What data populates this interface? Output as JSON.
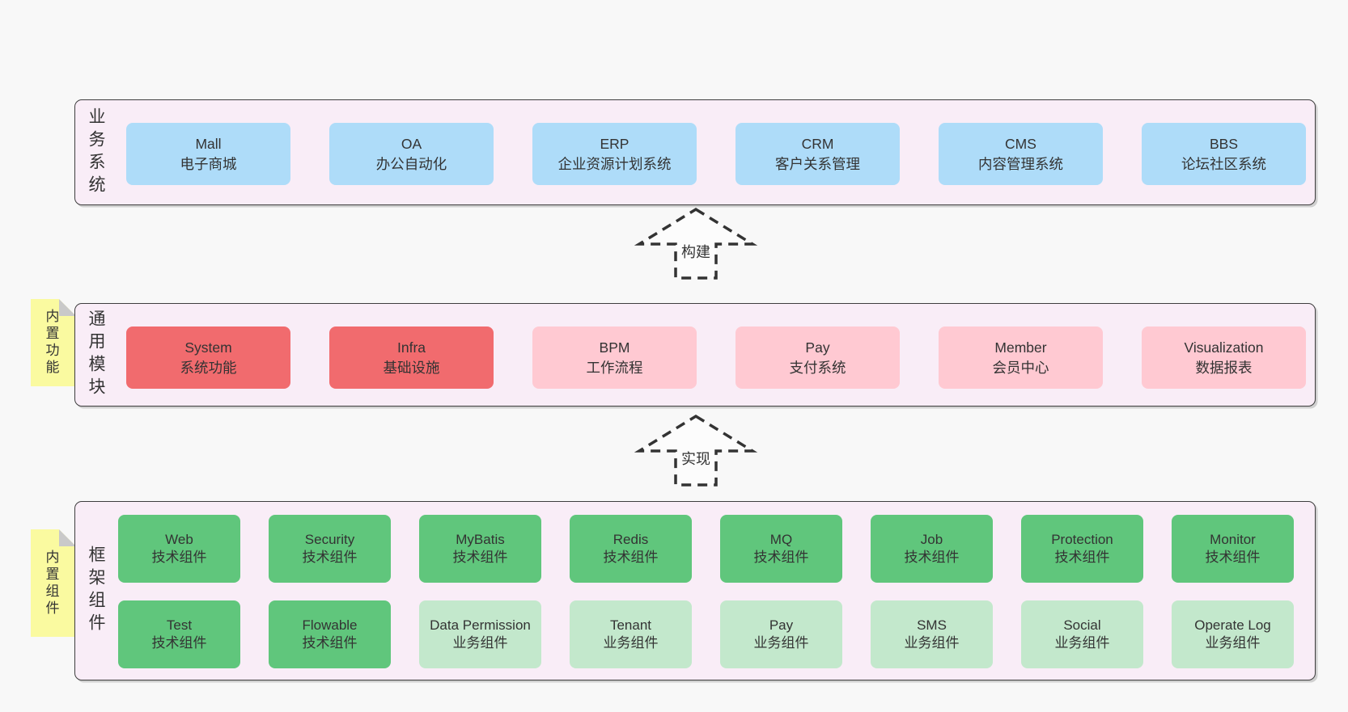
{
  "colors": {
    "page-bg": "#f8f8f8",
    "band-bg": "#f9edf7",
    "band-border": "#3e3e3e",
    "box-blue": "#aedcf9",
    "box-red": "#f16b6e",
    "box-pink": "#ffc9d2",
    "box-green": "#60c67c",
    "box-green-light": "#c3e8cc",
    "note-bg": "#fafaa0",
    "note-fold": "#c9c9c9",
    "arrow-fill": "#fcfcfc",
    "text": "#333333"
  },
  "arrows": [
    {
      "label": "构建"
    },
    {
      "label": "实现"
    }
  ],
  "bands": [
    {
      "label": "业务系统",
      "rows": [
        {
          "boxes": [
            {
              "title": "Mall",
              "subtitle": "电子商城",
              "variant": "v-blue"
            },
            {
              "title": "OA",
              "subtitle": "办公自动化",
              "variant": "v-blue"
            },
            {
              "title": "ERP",
              "subtitle": "企业资源计划系统",
              "variant": "v-blue"
            },
            {
              "title": "CRM",
              "subtitle": "客户关系管理",
              "variant": "v-blue"
            },
            {
              "title": "CMS",
              "subtitle": "内容管理系统",
              "variant": "v-blue"
            },
            {
              "title": "BBS",
              "subtitle": "论坛社区系统",
              "variant": "v-blue"
            }
          ]
        }
      ]
    },
    {
      "label": "通用模块",
      "note": "内置功能",
      "rows": [
        {
          "boxes": [
            {
              "title": "System",
              "subtitle": "系统功能",
              "variant": "v-red"
            },
            {
              "title": "Infra",
              "subtitle": "基础设施",
              "variant": "v-red"
            },
            {
              "title": "BPM",
              "subtitle": "工作流程",
              "variant": "v-pink"
            },
            {
              "title": "Pay",
              "subtitle": "支付系统",
              "variant": "v-pink"
            },
            {
              "title": "Member",
              "subtitle": "会员中心",
              "variant": "v-pink"
            },
            {
              "title": "Visualization",
              "subtitle": "数据报表",
              "variant": "v-pink"
            }
          ]
        }
      ]
    },
    {
      "label": "框架组件",
      "note": "内置组件",
      "rows": [
        {
          "boxes": [
            {
              "title": "Web",
              "subtitle": "技术组件",
              "variant": "v-green"
            },
            {
              "title": "Security",
              "subtitle": "技术组件",
              "variant": "v-green"
            },
            {
              "title": "MyBatis",
              "subtitle": "技术组件",
              "variant": "v-green"
            },
            {
              "title": "Redis",
              "subtitle": "技术组件",
              "variant": "v-green"
            },
            {
              "title": "MQ",
              "subtitle": "技术组件",
              "variant": "v-green"
            },
            {
              "title": "Job",
              "subtitle": "技术组件",
              "variant": "v-green"
            },
            {
              "title": "Protection",
              "subtitle": "技术组件",
              "variant": "v-green"
            },
            {
              "title": "Monitor",
              "subtitle": "技术组件",
              "variant": "v-green"
            }
          ]
        },
        {
          "boxes": [
            {
              "title": "Test",
              "subtitle": "技术组件",
              "variant": "v-green"
            },
            {
              "title": "Flowable",
              "subtitle": "技术组件",
              "variant": "v-green"
            },
            {
              "title": "Data Permission",
              "subtitle": "业务组件",
              "variant": "v-green-light"
            },
            {
              "title": "Tenant",
              "subtitle": "业务组件",
              "variant": "v-green-light"
            },
            {
              "title": "Pay",
              "subtitle": "业务组件",
              "variant": "v-green-light"
            },
            {
              "title": "SMS",
              "subtitle": "业务组件",
              "variant": "v-green-light"
            },
            {
              "title": "Social",
              "subtitle": "业务组件",
              "variant": "v-green-light"
            },
            {
              "title": "Operate Log",
              "subtitle": "业务组件",
              "variant": "v-green-light"
            }
          ]
        }
      ]
    }
  ]
}
